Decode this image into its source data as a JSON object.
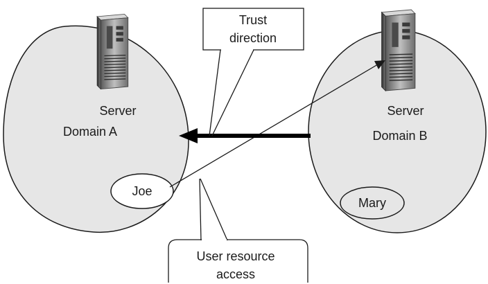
{
  "domains": [
    {
      "name": "Domain A",
      "server_label": "Server",
      "user": "Joe"
    },
    {
      "name": "Domain B",
      "server_label": "Server",
      "user": "Mary"
    }
  ],
  "callouts": {
    "trust": {
      "line1": "Trust",
      "line2": "direction"
    },
    "access": {
      "line1": "User resource",
      "line2": "access"
    }
  },
  "colors": {
    "domain_fill": "#e6e6e6",
    "outline": "#1a1a1a",
    "trust_arrow": "#000000",
    "server_body": "#8c8c8c",
    "server_dark": "#3a3a3a"
  },
  "icons": {
    "server": "server-tower-icon"
  }
}
